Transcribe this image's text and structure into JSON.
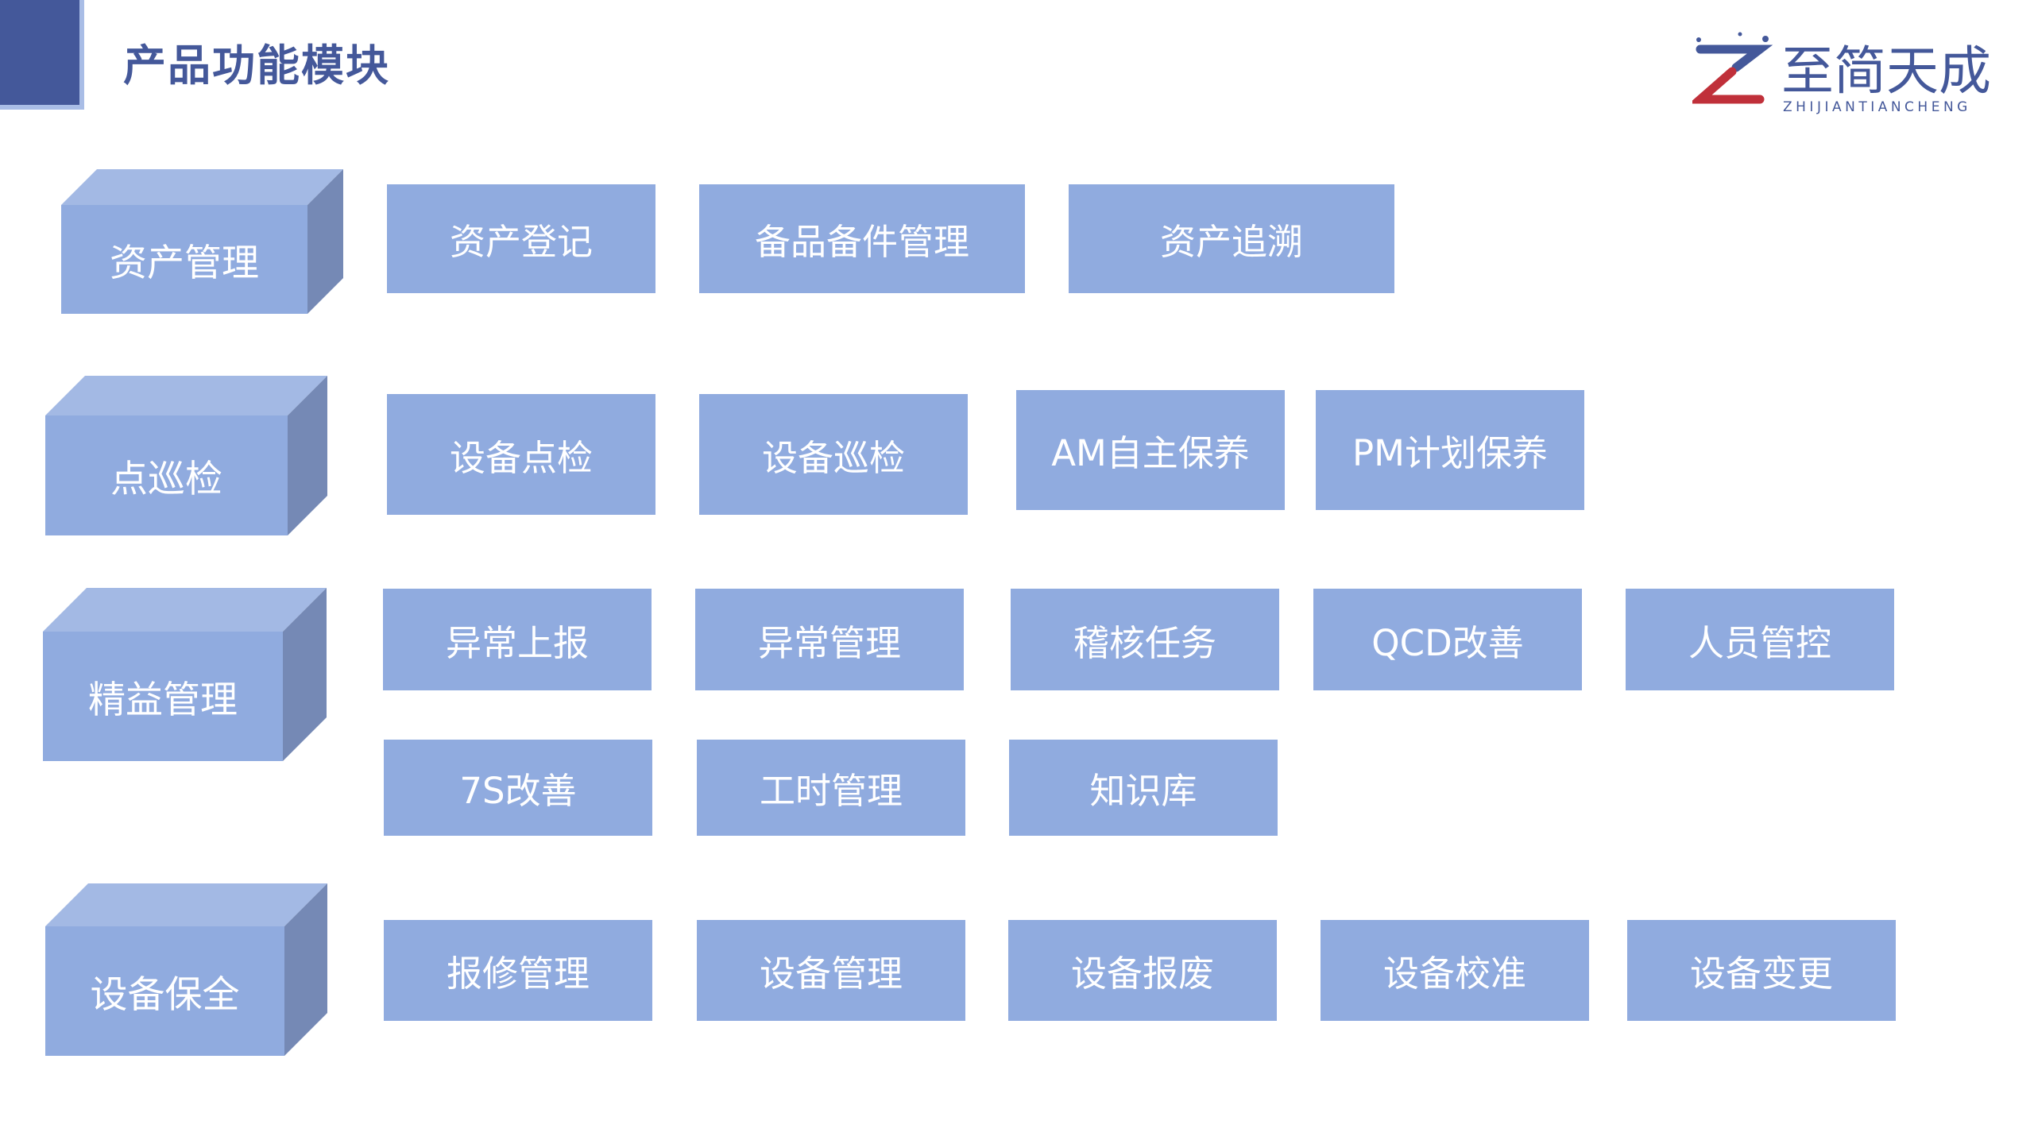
{
  "header": {
    "title": "产品功能模块"
  },
  "logo": {
    "name": "至简天成",
    "pinyin": "ZHIJIANTIANCHENG",
    "colors": {
      "blue": "#44589a",
      "red": "#c0303a"
    }
  },
  "colors": {
    "box": "#90abdf",
    "top": "#a3b9e4",
    "side": "#7589b5"
  },
  "categories": [
    {
      "label": "资产管理",
      "items": [
        "资产登记",
        "备品备件管理",
        "资产追溯"
      ]
    },
    {
      "label": "点巡检",
      "items": [
        "设备点检",
        "设备巡检",
        "AM自主保养",
        "PM计划保养"
      ]
    },
    {
      "label": "精益管理",
      "items": [
        "异常上报",
        "异常管理",
        "稽核任务",
        "QCD改善",
        "人员管控",
        "7S改善",
        "工时管理",
        "知识库"
      ]
    },
    {
      "label": "设备保全",
      "items": [
        "报修管理",
        "设备管理",
        "设备报废",
        "设备校准",
        "设备变更"
      ]
    }
  ]
}
